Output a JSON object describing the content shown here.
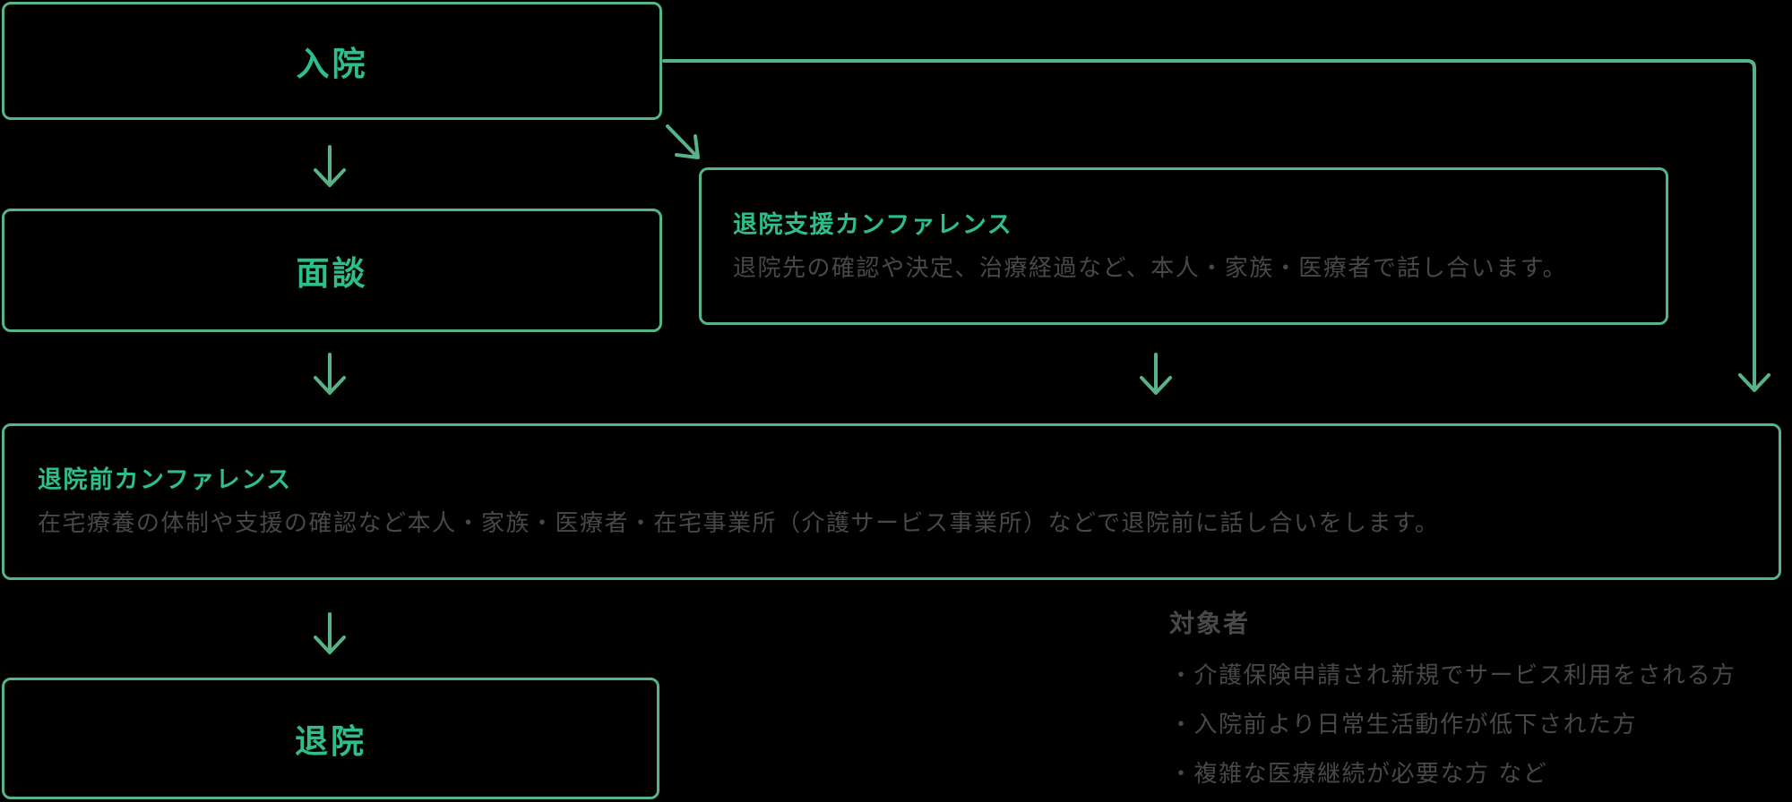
{
  "colors": {
    "background": "#000000",
    "box_border_green": "#57B388",
    "accent_text_green": "#2EBE8A",
    "muted_text_gray": "#484848"
  },
  "flow": {
    "admission": {
      "label": "入院"
    },
    "interview": {
      "label": "面談"
    },
    "discharge_support_conference": {
      "title": "退院支援カンファレンス",
      "description": "退院先の確認や決定、治療経過など、本人・家族・医療者で話し合います。"
    },
    "pre_discharge_conference": {
      "title": "退院前カンファレンス",
      "description": "在宅療養の体制や支援の確認など本人・家族・医療者・在宅事業所（介護サービス事業所）などで退院前に話し合いをします。"
    },
    "discharge": {
      "label": "退院"
    }
  },
  "target_group": {
    "heading": "対象者",
    "items": [
      "・介護保険申請され新規でサービス利用をされる方",
      "・入院前より日常生活動作が低下された方",
      "・複雑な医療継続が必要な方 など"
    ]
  }
}
